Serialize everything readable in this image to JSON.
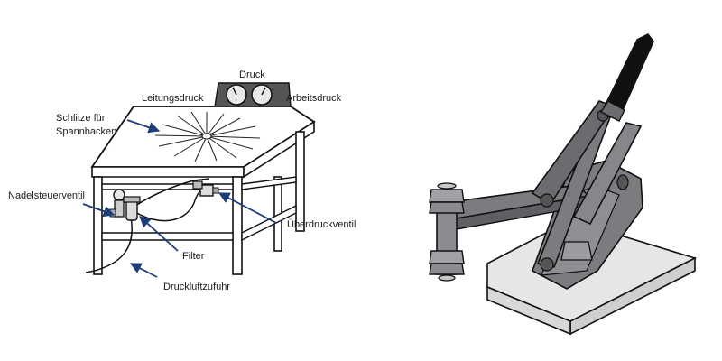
{
  "labels": {
    "druck": "Druck",
    "leitungsdruck": "Leitungsdruck",
    "arbeitsdruck": "Arbeitsdruck",
    "schlitze_line1": "Schlitze für",
    "schlitze_line2": "Spannbacken",
    "nadelsteuerventil": "Nadelsteuerventil",
    "filter": "Filter",
    "ueberdruckventil": "Überdruckventil",
    "druckluftzufuhr": "Druckluftzufuhr"
  },
  "colors": {
    "leader": "#1d3c78",
    "outline": "#111111",
    "clamp_body": "#7a7c80",
    "clamp_base": "#e6e6e6",
    "handle": "#111111"
  }
}
